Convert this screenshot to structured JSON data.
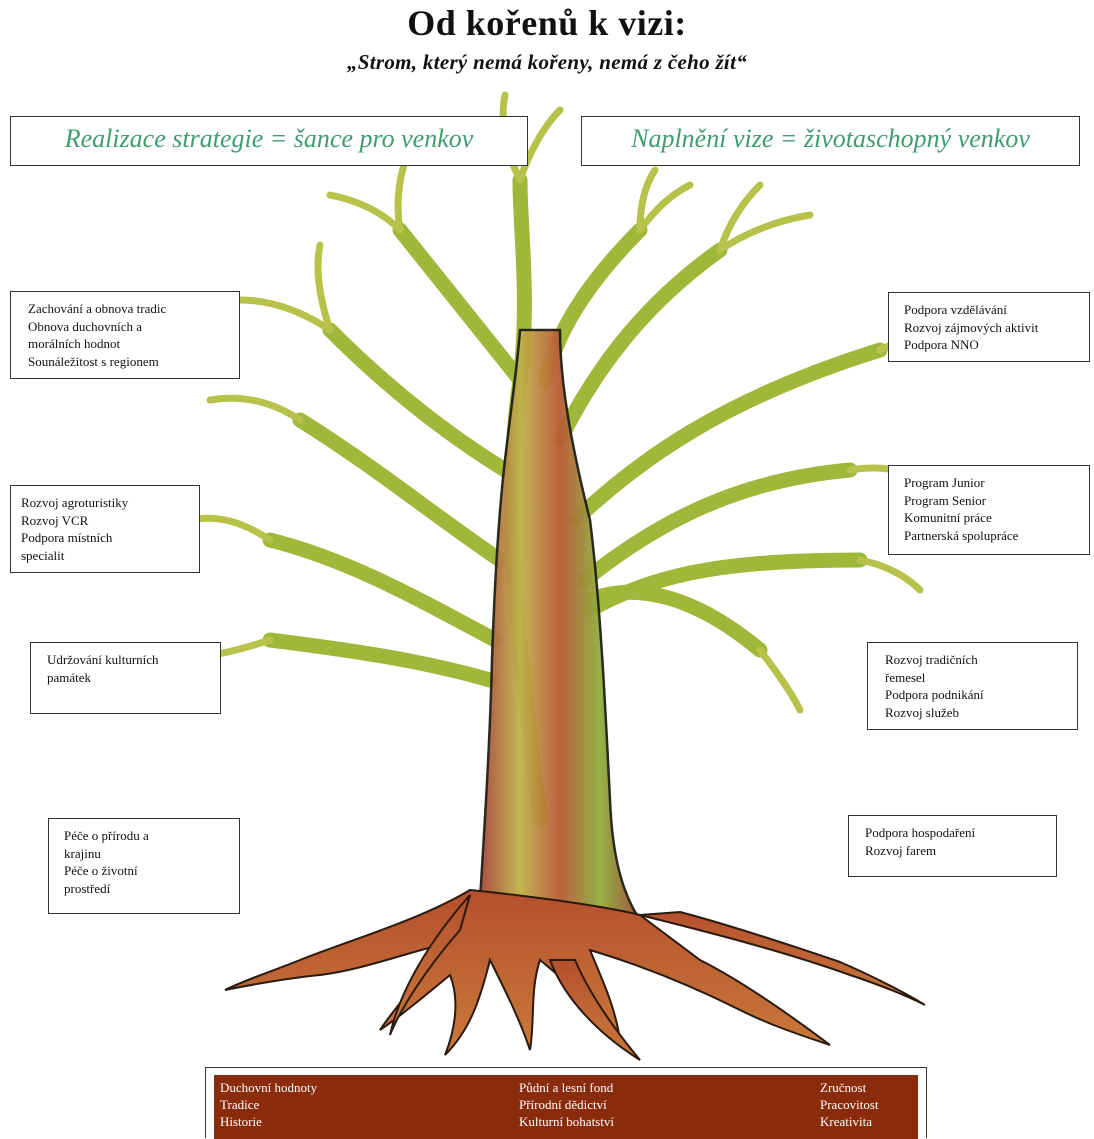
{
  "title": "Od kořenů k vizi:",
  "subtitle": "„Strom, který nemá kořeny, nemá z čeho žít“",
  "headlines": {
    "left": "Realizace strategie = šance pro venkov",
    "right": "Naplnění vize = životaschopný venkov"
  },
  "left_boxes": [
    {
      "lines": [
        "Zachování a obnova tradic",
        "Obnova duchovních a",
        "morálních hodnot",
        "Sounáležitost s regionem"
      ]
    },
    {
      "lines": [
        "Rozvoj agroturistiky",
        "Rozvoj VCR",
        "Podpora místních",
        "specialit"
      ]
    },
    {
      "lines": [
        "Udržování kulturních",
        "památek"
      ]
    },
    {
      "lines": [
        "Péče o přírodu a",
        "krajinu",
        "Péče o životní",
        "prostředí"
      ]
    }
  ],
  "right_boxes": [
    {
      "lines": [
        "Podpora vzdělávání",
        "Rozvoj zájmových aktivit",
        "Podpora NNO"
      ]
    },
    {
      "lines": [
        "Program Junior",
        "Program Senior",
        "Komunitní práce",
        "Partnerská spolupráce"
      ]
    },
    {
      "lines": [
        "Rozvoj tradičních",
        "řemesel",
        "Podpora podnikání",
        "Rozvoj služeb"
      ]
    },
    {
      "lines": [
        "Podpora hospodaření",
        "Rozvoj farem"
      ]
    }
  ],
  "roots": {
    "columns": [
      [
        "Duchovní hodnoty",
        "Tradice",
        "Historie"
      ],
      [
        "Půdní a lesní fond",
        "Přírodní dědictví",
        "Kulturní bohatství"
      ],
      [
        "Zručnost",
        "Pracovitost",
        "Kreativita"
      ]
    ]
  },
  "colors": {
    "headline_text": "#3f9d6e",
    "roots_panel": "#8a2b0c",
    "trunk_light": "#9dbd3a",
    "trunk_dark": "#a0502a"
  }
}
